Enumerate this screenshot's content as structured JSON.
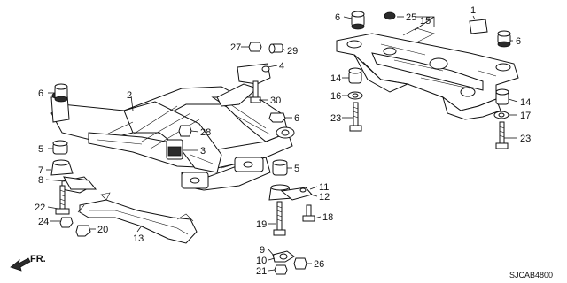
{
  "diagram": {
    "code": "SJCAB4800",
    "direction": "FR.",
    "callouts": {
      "c1": "1",
      "c2": "2",
      "c3": "3",
      "c4": "4",
      "c5a": "5",
      "c5b": "5",
      "c6a": "6",
      "c6b": "6",
      "c6c": "6",
      "c6d": "6",
      "c7": "7",
      "c8": "8",
      "c9": "9",
      "c10": "10",
      "c11": "11",
      "c12": "12",
      "c13": "13",
      "c14a": "14",
      "c14b": "14",
      "c15": "15",
      "c16": "16",
      "c17": "17",
      "c18": "18",
      "c19": "19",
      "c20": "20",
      "c21": "21",
      "c22": "22",
      "c23a": "23",
      "c23b": "23",
      "c24": "24",
      "c25": "25",
      "c26": "26",
      "c27": "27",
      "c28": "28",
      "c29": "29",
      "c30": "30"
    }
  }
}
